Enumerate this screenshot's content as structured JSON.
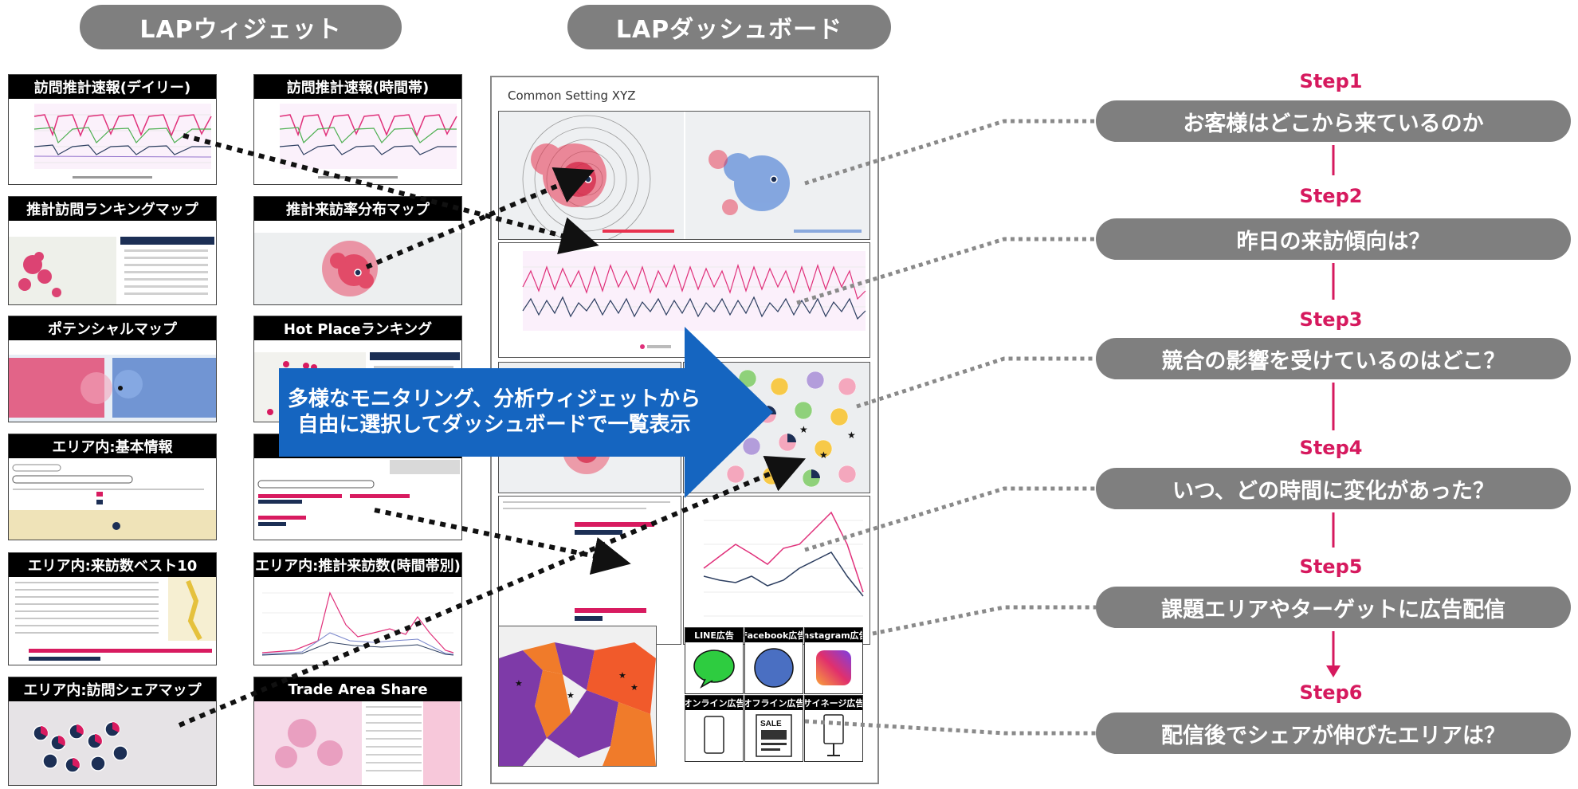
{
  "sections": {
    "widgets_title": "LAPウィジェット",
    "dashboard_title": "LAPダッシュボード"
  },
  "widgets": [
    {
      "title": "訪問推計速報(デイリー)"
    },
    {
      "title": "訪問推計速報(時間帯)"
    },
    {
      "title": "推計訪問ランキングマップ"
    },
    {
      "title": "推計来訪率分布マップ"
    },
    {
      "title": "ポテンシャルマップ"
    },
    {
      "title": "Hot Placeランキング"
    },
    {
      "title": "エリア内:基本情報"
    },
    {
      "title": "エリア内:来訪数ベスト10"
    },
    {
      "title": "エリア内:推計来訪数(時間帯別)"
    },
    {
      "title": "エリア内:訪問シェアマップ"
    },
    {
      "title": "Trade Area Share"
    }
  ],
  "dashboard": {
    "setting_title": "Common Setting XYZ",
    "ads": [
      {
        "label": "LINE広告"
      },
      {
        "label": "Facebook広告"
      },
      {
        "label": "Instagram広告"
      },
      {
        "label": "オンライン広告"
      },
      {
        "label": "オフライン広告"
      },
      {
        "label": "サイネージ広告"
      }
    ],
    "sale_text": "SALE"
  },
  "callout": {
    "line1": "多様なモニタリング、分析ウィジェットから",
    "line2": "自由に選択してダッシュボードで一覧表示",
    "color": "#1565c0"
  },
  "steps": [
    {
      "label": "Step1",
      "text": "お客様はどこから来ているのか"
    },
    {
      "label": "Step2",
      "text": "昨日の来訪傾向は？"
    },
    {
      "label": "Step3",
      "text": "競合の影響を受けているのはどこ？"
    },
    {
      "label": "Step4",
      "text": "いつ、どの時間に変化があった？"
    },
    {
      "label": "Step5",
      "text": "課題エリアやターゲットに広告配信"
    },
    {
      "label": "Step6",
      "text": "配信後でシェアが伸びたエリアは？"
    }
  ],
  "colors": {
    "pill": "#7f7f7f",
    "step_accent": "#d6195e",
    "series_pink": "#e0307a",
    "series_navy": "#2c3e60"
  }
}
